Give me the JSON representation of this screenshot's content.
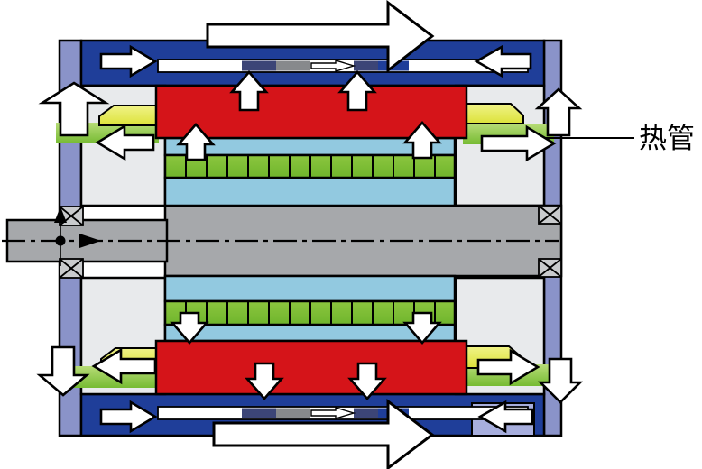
{
  "diagram": {
    "annotation": {
      "heat_pipe_label": "热管"
    },
    "colors": {
      "outline": "#000000",
      "arrow_fill": "#ffffff",
      "casing_blue": "#1f3e99",
      "endshield_purple": "#8a93c9",
      "lavender": "#a7aedd",
      "stator_red": "#d51419",
      "rotor_cyan": "#92c9e0",
      "rotor_green_light": "#8cc63f",
      "rotor_green_dark": "#6fb52c",
      "pipe_green_light": "#b7dc77",
      "pipe_green_dark": "#76bb33",
      "pipe_yellow_light": "#f0f387",
      "pipe_yellow_dark": "#dce23a",
      "end_gray": "#e8eaec",
      "shaft_gray": "#a6a8ab",
      "bearing_gray": "#c9cbcd",
      "channel_navy": "#3c4577",
      "channel_gray": "#87898c"
    },
    "arrows": [
      {
        "name": "main-airflow-top",
        "direction": "right"
      },
      {
        "name": "main-airflow-bottom",
        "direction": "right"
      },
      {
        "name": "duct-flow-top-left",
        "direction": "right"
      },
      {
        "name": "duct-flow-top-right",
        "direction": "left"
      },
      {
        "name": "duct-flow-bottom-left",
        "direction": "right"
      },
      {
        "name": "duct-flow-bottom-right",
        "direction": "left"
      },
      {
        "name": "heat-flux-stator-top",
        "direction": "up"
      },
      {
        "name": "heat-flux-stator-bottom",
        "direction": "down"
      },
      {
        "name": "heat-pipe-flow-top-left",
        "direction": "left"
      },
      {
        "name": "heat-pipe-flow-top-right",
        "direction": "right"
      },
      {
        "name": "heat-pipe-flow-bottom-left",
        "direction": "left"
      },
      {
        "name": "heat-pipe-flow-bottom-right",
        "direction": "right"
      },
      {
        "name": "endshield-flow-top-left",
        "direction": "up"
      },
      {
        "name": "endshield-flow-top-right",
        "direction": "up"
      },
      {
        "name": "endshield-flow-bottom-left",
        "direction": "down"
      },
      {
        "name": "endshield-flow-bottom-right",
        "direction": "down"
      },
      {
        "name": "shaft-rotation",
        "direction": "right"
      }
    ]
  }
}
